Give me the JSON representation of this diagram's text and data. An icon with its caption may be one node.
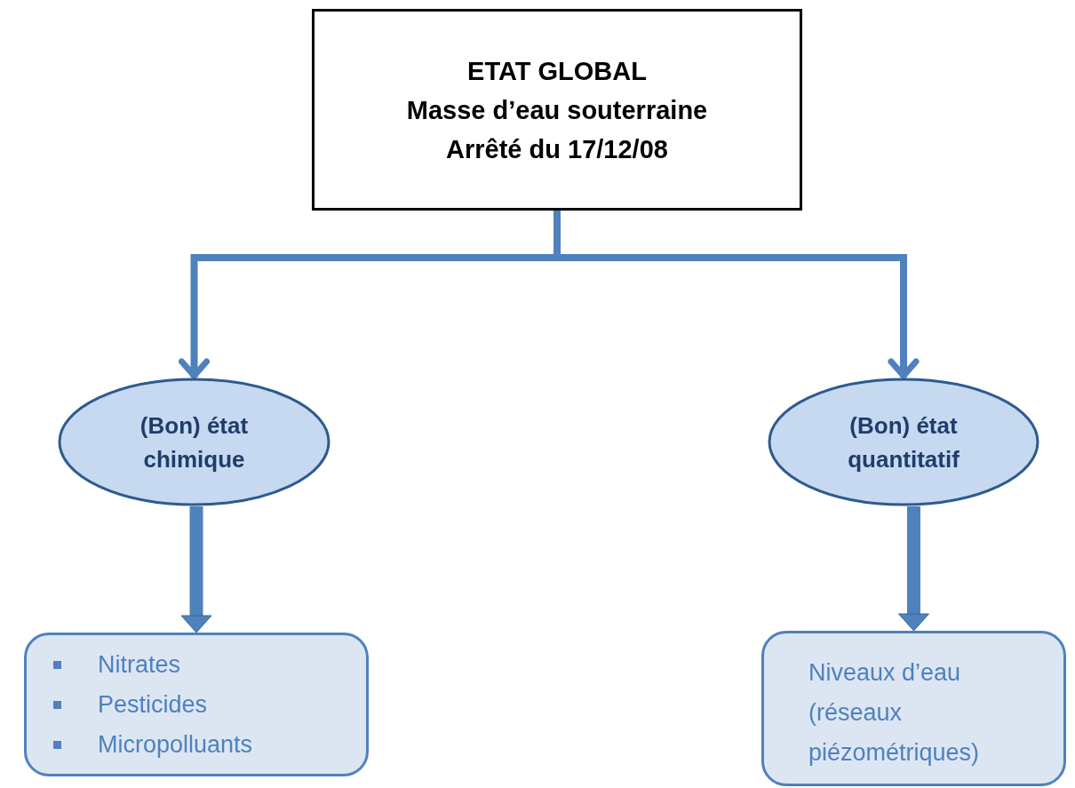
{
  "diagram": {
    "nodes": [
      {
        "text": [
          "ETAT GLOBAL",
          "Masse d’eau souterraine",
          "Arrêté du 17/12/08"
        ]
      },
      {
        "text": [
          "(Bon) état chimique"
        ]
      },
      {
        "text": [
          "(Bon) état quantitatif"
        ]
      },
      {
        "text": [
          "Nitrates",
          "Pesticides",
          "Micropolluants"
        ]
      },
      {
        "text": [
          "Niveaux d’eau (réseaux piézométriques)"
        ]
      }
    ],
    "edges": [
      {
        "from": 0,
        "to": 1,
        "arrow": "to"
      },
      {
        "from": 0,
        "to": 2,
        "arrow": "to"
      },
      {
        "from": 1,
        "to": 3,
        "arrow": "to",
        "style": "thick"
      },
      {
        "from": 2,
        "to": 4,
        "arrow": "to",
        "style": "thick"
      }
    ]
  }
}
